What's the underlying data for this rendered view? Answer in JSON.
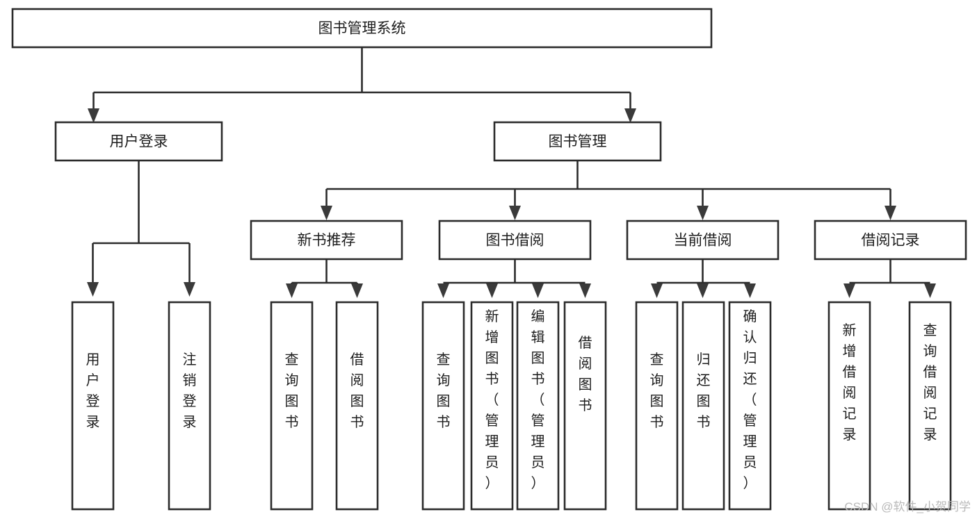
{
  "diagram": {
    "title": "图书管理系统",
    "type": "tree-hierarchy",
    "watermark": "CSDN @软件_小贺同学",
    "colors": {
      "box_stroke": "#2b2b2b",
      "box_fill": "#ffffff",
      "connector": "#2b2b2b",
      "text": "#1d1d1d",
      "watermark": "#b9b9b9",
      "background": "#ffffff"
    },
    "levels": {
      "root": {
        "label": "图书管理系统",
        "orientation": "horizontal"
      },
      "level2": [
        {
          "label": "用户登录",
          "orientation": "horizontal"
        },
        {
          "label": "图书管理",
          "orientation": "horizontal"
        }
      ],
      "level3": [
        {
          "label": "新书推荐",
          "orientation": "horizontal",
          "parent": "图书管理"
        },
        {
          "label": "图书借阅",
          "orientation": "horizontal",
          "parent": "图书管理"
        },
        {
          "label": "当前借阅",
          "orientation": "horizontal",
          "parent": "图书管理"
        },
        {
          "label": "借阅记录",
          "orientation": "horizontal",
          "parent": "图书管理"
        }
      ],
      "leaves": [
        {
          "label": "用户登录",
          "orientation": "vertical",
          "parent": "用户登录"
        },
        {
          "label": "注销登录",
          "orientation": "vertical",
          "parent": "用户登录"
        },
        {
          "label": "查询图书",
          "orientation": "vertical",
          "parent": "新书推荐"
        },
        {
          "label": "借阅图书",
          "orientation": "vertical",
          "parent": "新书推荐"
        },
        {
          "label": "查询图书",
          "orientation": "vertical",
          "parent": "图书借阅"
        },
        {
          "label": "新增图书（管理员）",
          "orientation": "vertical",
          "parent": "图书借阅"
        },
        {
          "label": "编辑图书（管理员）",
          "orientation": "vertical",
          "parent": "图书借阅"
        },
        {
          "label": "借阅图书",
          "orientation": "vertical",
          "parent": "图书借阅"
        },
        {
          "label": "查询图书",
          "orientation": "vertical",
          "parent": "当前借阅"
        },
        {
          "label": "归还图书",
          "orientation": "vertical",
          "parent": "当前借阅"
        },
        {
          "label": "确认归还（管理员）",
          "orientation": "vertical",
          "parent": "当前借阅"
        },
        {
          "label": "新增借阅记录",
          "orientation": "vertical",
          "parent": "借阅记录"
        },
        {
          "label": "查询借阅记录",
          "orientation": "vertical",
          "parent": "借阅记录"
        }
      ]
    }
  }
}
